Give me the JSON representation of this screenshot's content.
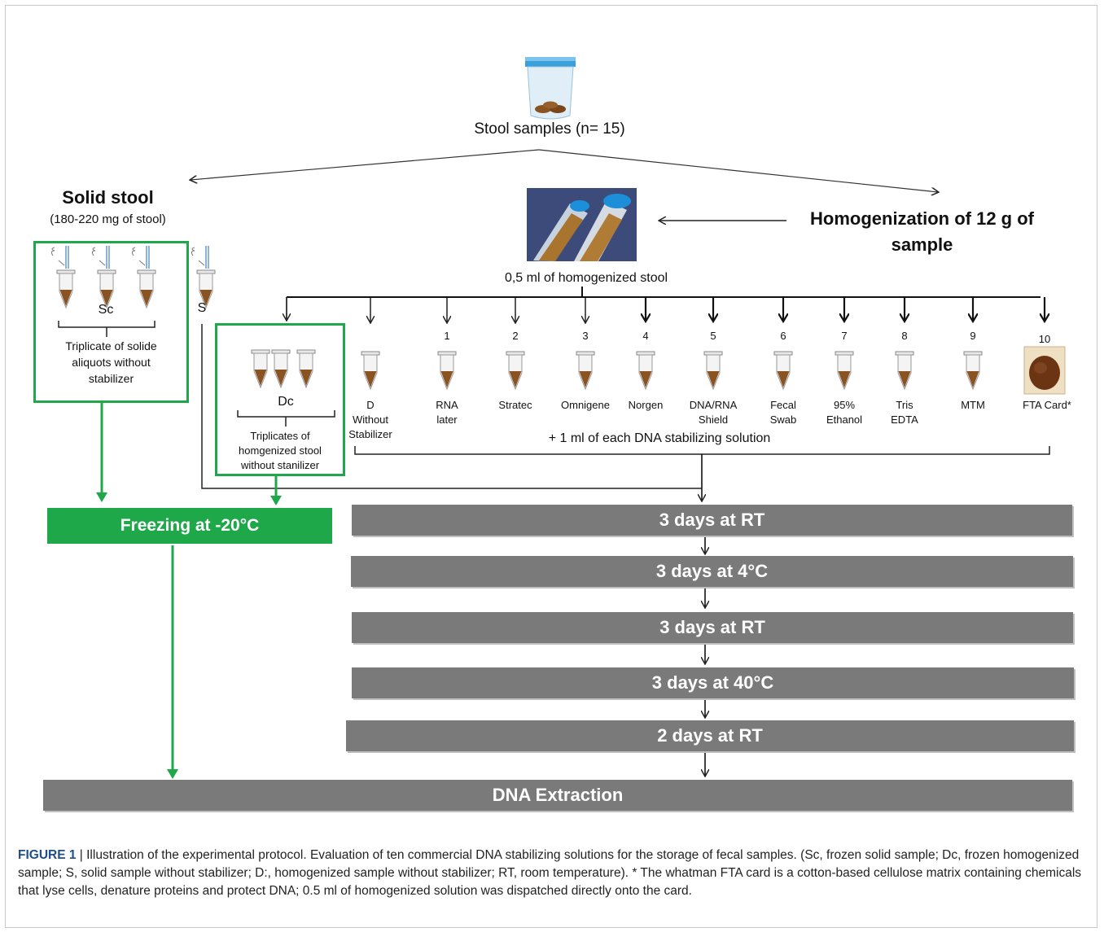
{
  "top": {
    "label": "Stool  samples (n= 15)"
  },
  "solid": {
    "title": "Solid stool",
    "subtitle": "(180-220 mg of stool)",
    "sc": "Sc",
    "triplicate": [
      "Triplicate of solide",
      "aliquots without",
      "stabilizer"
    ],
    "s": "S"
  },
  "homog": {
    "title": [
      "Homogenization of 12 g of",
      "sample"
    ],
    "half_ml": "0,5 ml of homogenized stool"
  },
  "dc": {
    "label": "Dc",
    "text": [
      "Triplicates of",
      "homgenized stool",
      "without stanilizer"
    ]
  },
  "tubes": [
    {
      "num": "",
      "name": [
        "D",
        "Without",
        "Stabilizer"
      ]
    },
    {
      "num": "1",
      "name": [
        "RNA",
        "later"
      ]
    },
    {
      "num": "2",
      "name": [
        "Stratec"
      ]
    },
    {
      "num": "3",
      "name": [
        "Omnigene"
      ]
    },
    {
      "num": "4",
      "name": [
        "Norgen"
      ]
    },
    {
      "num": "5",
      "name": [
        "DNA/RNA",
        "Shield"
      ]
    },
    {
      "num": "6",
      "name": [
        "Fecal",
        "Swab"
      ]
    },
    {
      "num": "7",
      "name": [
        "95%",
        "Ethanol"
      ]
    },
    {
      "num": "8",
      "name": [
        "Tris",
        "EDTA"
      ]
    },
    {
      "num": "9",
      "name": [
        "MTM"
      ]
    },
    {
      "num": "10",
      "name": [
        "FTA Card*"
      ]
    }
  ],
  "plus_solution": "+ 1 ml of each DNA stabilizing  solution",
  "freezing": "Freezing at -20°C",
  "steps": [
    "3 days at RT",
    "3 days at 4°C",
    "3 days at RT",
    "3 days at 40°C",
    "2 days at RT"
  ],
  "extraction": "DNA Extraction",
  "caption": {
    "label": "FIGURE 1",
    "sep": " | ",
    "text": "Illustration of the experimental protocol. Evaluation of ten commercial DNA stabilizing solutions for the storage of fecal samples. (Sc, frozen solid sample; Dc, frozen homogenized sample; S, solid sample without stabilizer; D:, homogenized sample without stabilizer; RT, room temperature). * The whatman FTA card is a cotton-based cellulose matrix containing chemicals that lyse cells, denature proteins and protect DNA; 0.5 ml of homogenized solution was dispatched directly onto the card."
  },
  "colors": {
    "green": "#1fa84a",
    "grey_box": "#7a7a7a",
    "stool": "#8a5322",
    "jar_lid": "#3aa0dc"
  }
}
